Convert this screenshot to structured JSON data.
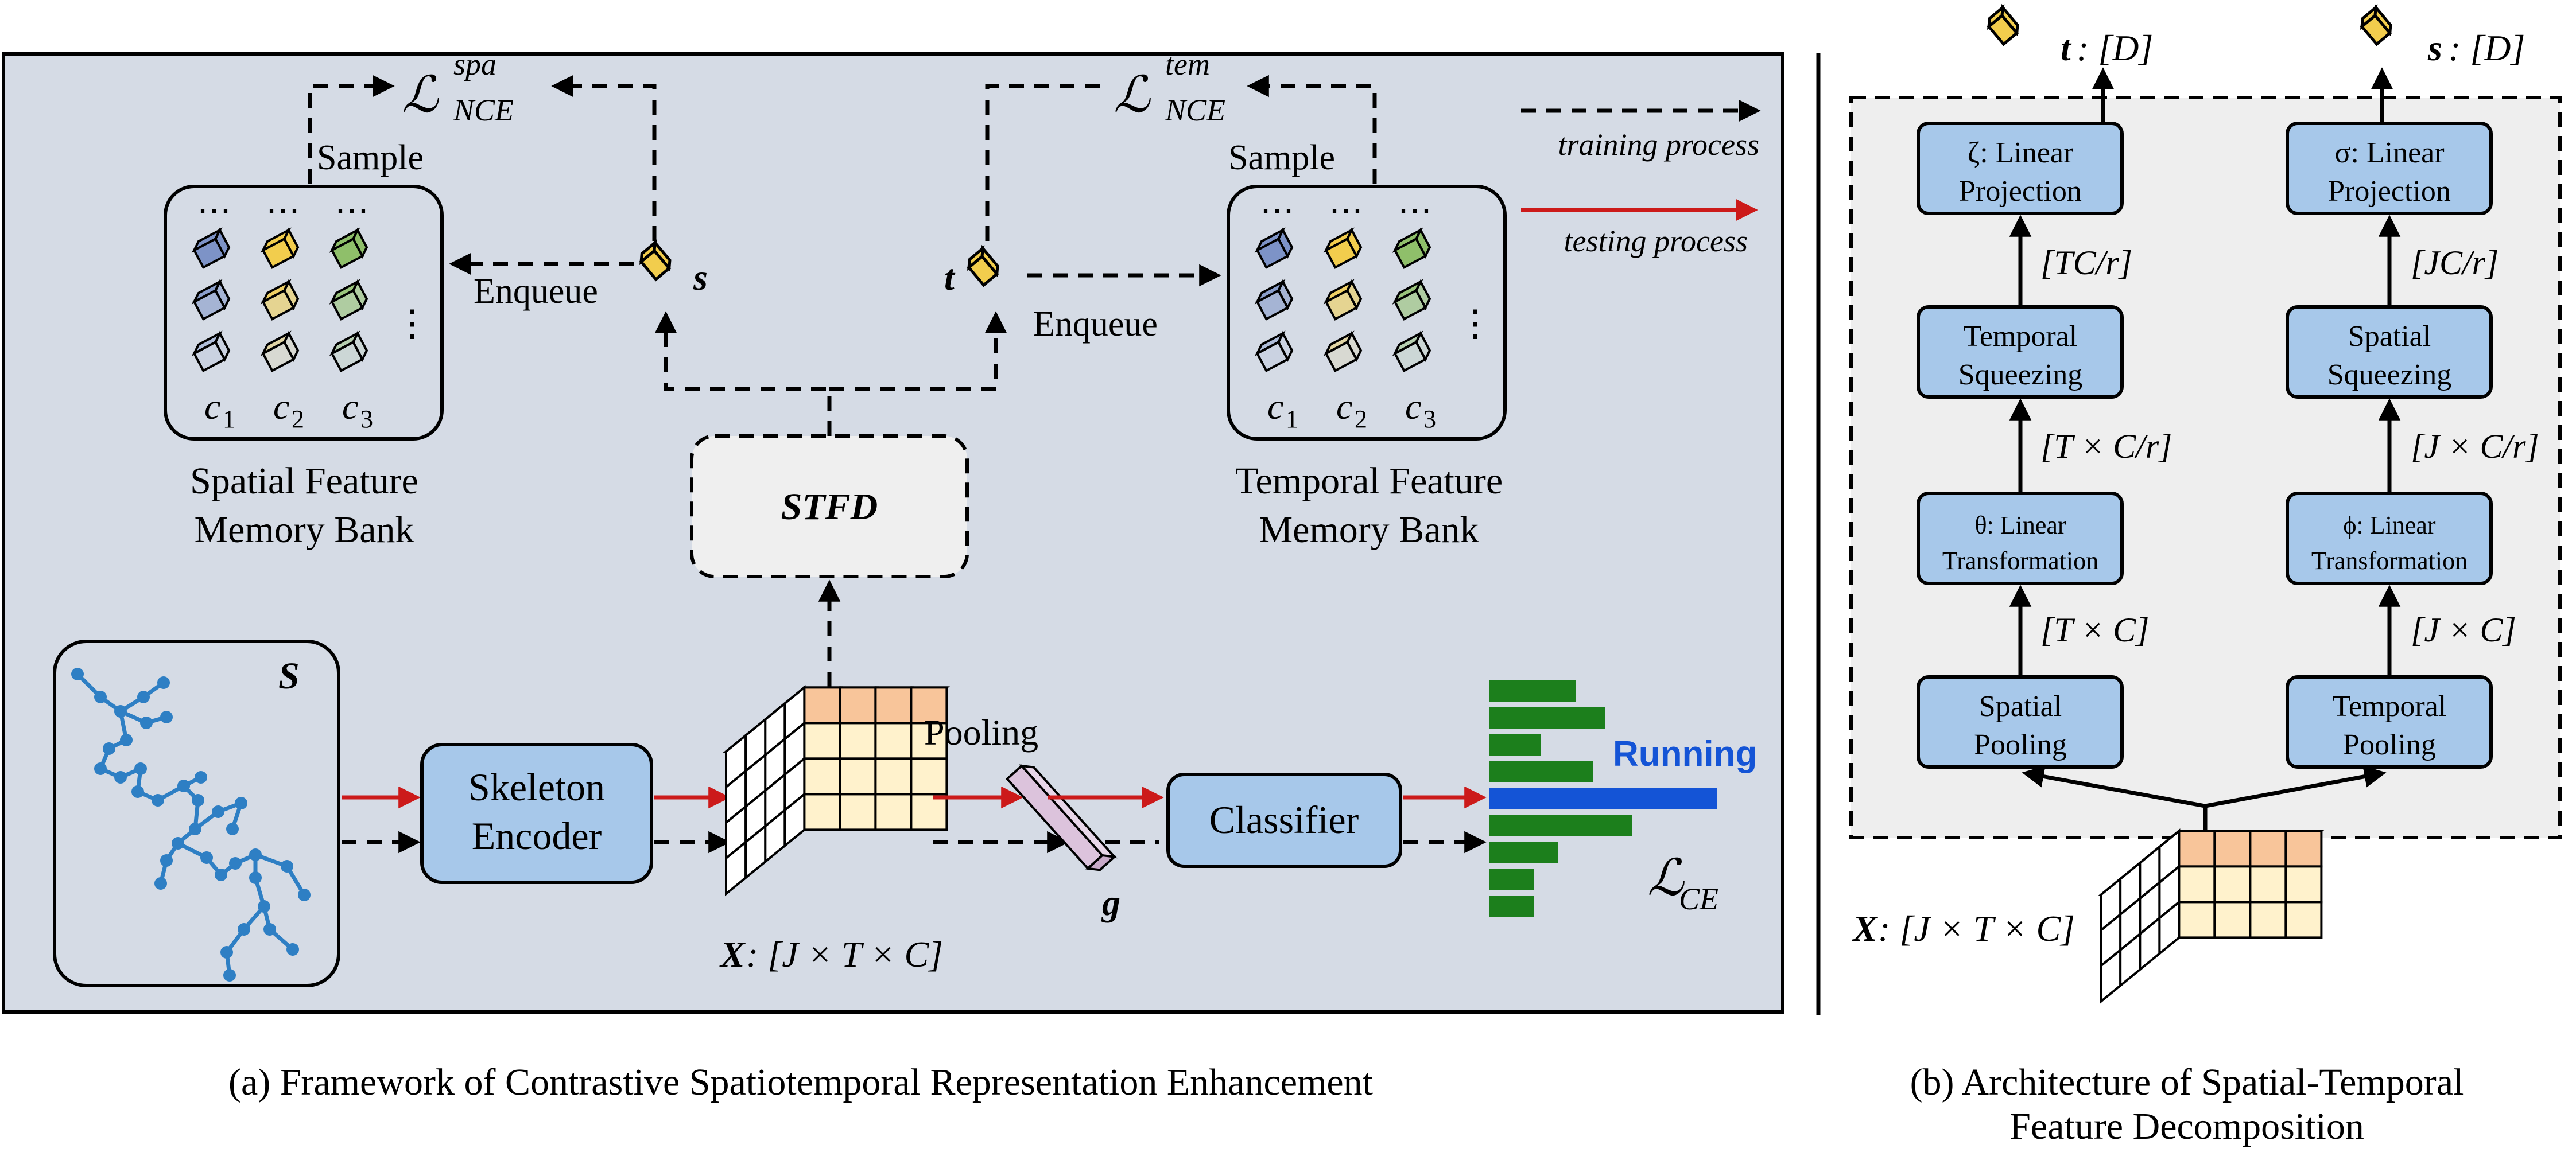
{
  "panel_a": {
    "loss_spa": {
      "main": "ℒ",
      "sup": "spa",
      "sub": "NCE"
    },
    "loss_tem": {
      "main": "ℒ",
      "sup": "tem",
      "sub": "NCE"
    },
    "loss_ce": {
      "main": "ℒ",
      "sub": "CE"
    },
    "sample_left": "Sample",
    "sample_right": "Sample",
    "enqueue_left": "Enqueue",
    "enqueue_right": "Enqueue",
    "s_label": "s",
    "t_label": "t",
    "dots": "⋯",
    "vdots": "⋮",
    "class_labels": [
      {
        "main": "c",
        "sub": "1"
      },
      {
        "main": "c",
        "sub": "2"
      },
      {
        "main": "c",
        "sub": "3"
      }
    ],
    "spatial_bank_line1": "Spatial Feature",
    "spatial_bank_line2": "Memory Bank",
    "temporal_bank_line1": "Temporal Feature",
    "temporal_bank_line2": "Memory Bank",
    "stfd": "STFD",
    "skeleton_s": "S",
    "encoder_line1": "Skeleton",
    "encoder_line2": "Encoder",
    "pooling": "Pooling",
    "g_label": "g",
    "classifier": "Classifier",
    "running": "Running",
    "x_label_bold": "X",
    "x_label_rest": ":  [J × T × C]",
    "legend_training": "training process",
    "legend_testing": "testing process",
    "caption": "(a) Framework of Contrastive Spatiotemporal Representation Enhancement",
    "bar_scores": [
      0.35,
      0.47,
      0.21,
      0.42,
      0.92,
      0.58,
      0.28,
      0.18,
      0.18
    ],
    "highlight_bar_index": 4
  },
  "panel_b": {
    "out_t_bold": "t",
    "out_t_rest": ": [D]",
    "out_s_bold": "s",
    "out_s_rest": ": [D]",
    "left_col": {
      "proj_line1": "ζ: Linear",
      "proj_line2": "Projection",
      "dim_top": "[TC/r]",
      "squeeze_line1": "Temporal",
      "squeeze_line2": "Squeezing",
      "dim_mid": "[T × C/r]",
      "trans_line1": "θ: Linear",
      "trans_line2": "Transformation",
      "dim_bot": "[T × C]",
      "pool_line1": "Spatial",
      "pool_line2": "Pooling"
    },
    "right_col": {
      "proj_line1": "σ: Linear",
      "proj_line2": "Projection",
      "dim_top": "[JC/r]",
      "squeeze_line1": "Spatial",
      "squeeze_line2": "Squeezing",
      "dim_mid": "[J × C/r]",
      "trans_line1": "ϕ: Linear",
      "trans_line2": "Transformation",
      "dim_bot": "[J × C]",
      "pool_line1": "Temporal",
      "pool_line2": "Pooling"
    },
    "x_label_bold": "X",
    "x_label_rest": ": [J × T × C]",
    "caption_line1": "(b) Architecture of Spatial-Temporal",
    "caption_line2": "Feature Decomposition"
  },
  "colors": {
    "panel_bg": "#d5dbe5",
    "box_blue": "#a7c8ea",
    "stfd_bg": "#efefef",
    "panel_b_bg": "#eeeeee",
    "arrow_red": "#cc1a1a",
    "bar_green": "#1c7f1c",
    "bar_blue": "#1454d6",
    "running_blue": "#1454d6",
    "skeleton": "#2e7fc4",
    "feat_yellow": "#f0cf5a",
    "grid_orange": "#f8c59a",
    "grid_cream": "#fff2cc",
    "cube_blue": "#7d93c7",
    "cube_yellow": "#f2cd4d",
    "cube_green": "#8fbf6a",
    "pool_bar": "#dcc3dc"
  }
}
